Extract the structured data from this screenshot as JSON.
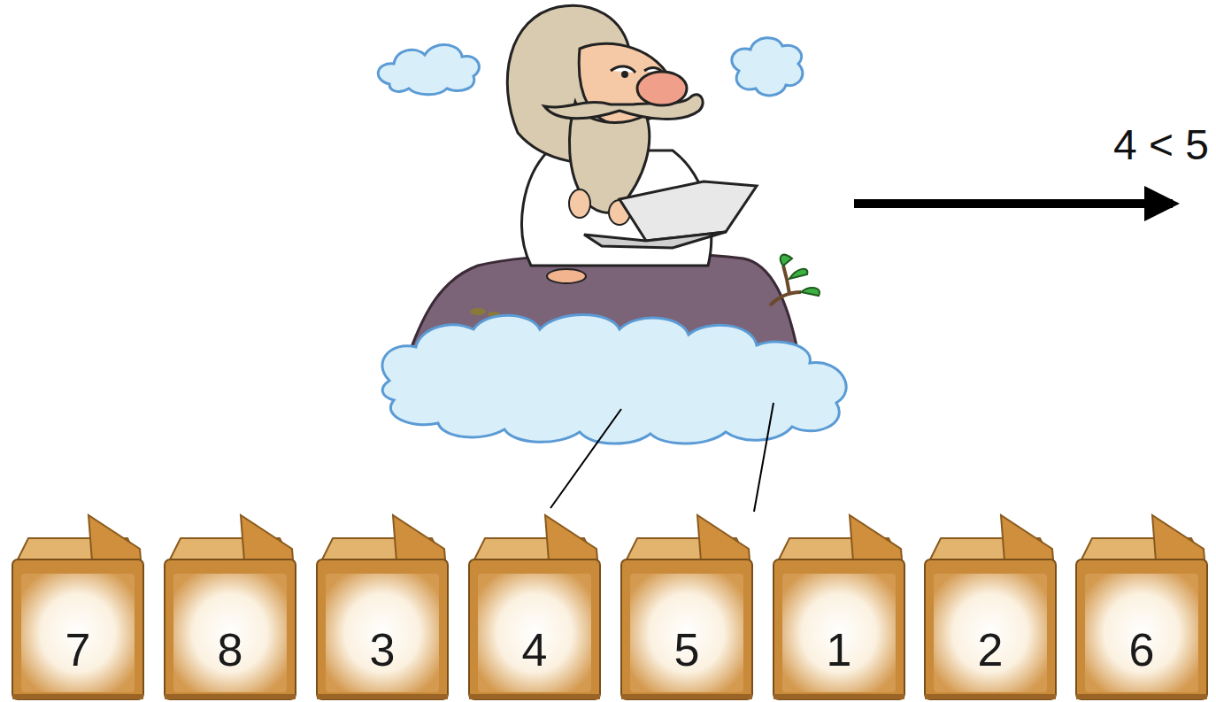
{
  "diagram": {
    "nodes": [
      {
        "text": [
          "7"
        ]
      },
      {
        "text": [
          "8"
        ]
      },
      {
        "text": [
          "3"
        ]
      },
      {
        "text": [
          "4"
        ]
      },
      {
        "text": [
          "5"
        ]
      },
      {
        "text": [
          "1"
        ]
      },
      {
        "text": [
          "2"
        ]
      },
      {
        "text": [
          "6"
        ]
      }
    ],
    "labels": [
      "4 < 5"
    ]
  }
}
